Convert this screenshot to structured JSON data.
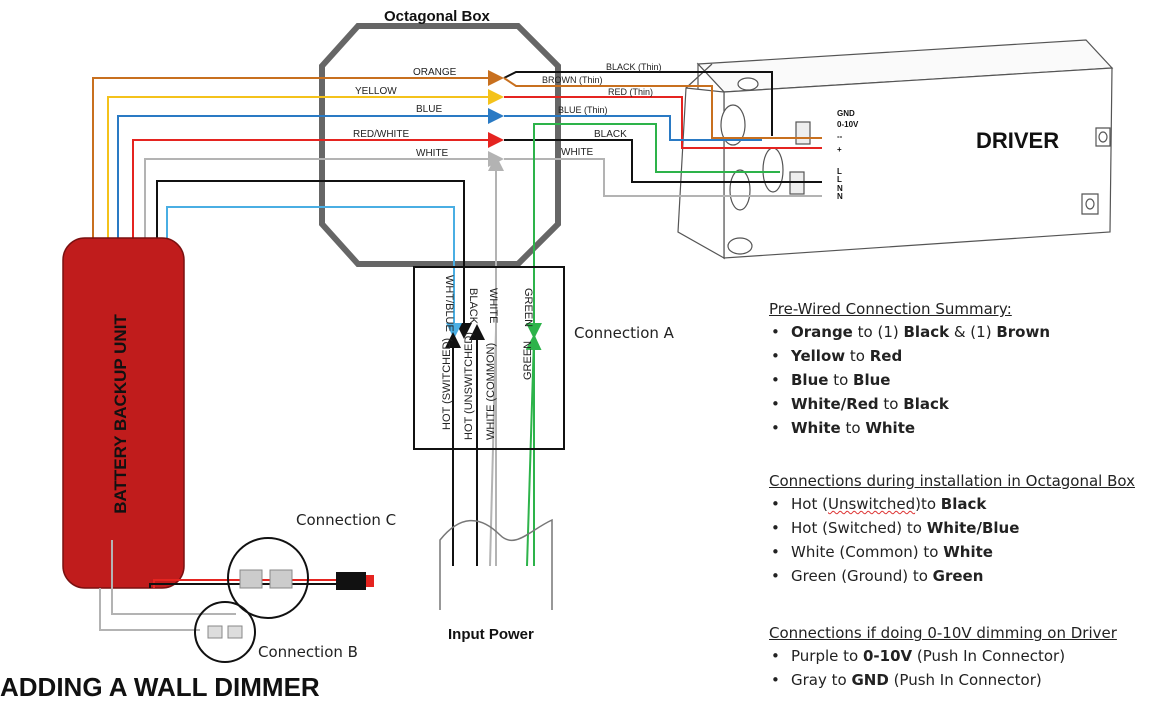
{
  "labels": {
    "octagonal_box": "Octagonal Box",
    "driver": "DRIVER",
    "battery": "BATTERY BACKUP UNIT",
    "connection_a": "Connection A",
    "connection_b": "Connection B",
    "connection_c": "Connection C",
    "input_power": "Input Power",
    "bottom_heading": "ADDING A WALL DIMMER"
  },
  "wire_labels": {
    "orange": "ORANGE",
    "yellow": "YELLOW",
    "blue": "BLUE",
    "red_white": "RED/WHITE",
    "white": "WHITE",
    "black_thin": "BLACK (Thin)",
    "brown_thin": "BROWN (Thin)",
    "red_thin": "RED (Thin)",
    "blue_thin": "BLUE (Thin)",
    "black": "BLACK",
    "white_right": "WHITE"
  },
  "terminal_labels": {
    "gnd": "GND",
    "v010": "0-10V",
    "minus": "--",
    "plus": "+",
    "l1": "L",
    "l2": "L",
    "n1": "N",
    "n2": "N"
  },
  "connection_a_labels": {
    "top": [
      "WHT/BLUE",
      "BLACK",
      "WHITE",
      "GREEN"
    ],
    "bottom": [
      "HOT (SWITCHED)",
      "HOT (UNSWITCHED)",
      "WHITE (COMMON)",
      "GREEN"
    ]
  },
  "prewired": {
    "heading": "Pre-Wired Connection Summary:",
    "items": [
      [
        {
          "t": "Orange",
          "b": true
        },
        {
          "t": " to (1) ",
          "b": false
        },
        {
          "t": "Black",
          "b": true
        },
        {
          "t": " & (1) ",
          "b": false
        },
        {
          "t": "Brown",
          "b": true
        }
      ],
      [
        {
          "t": "Yellow",
          "b": true
        },
        {
          "t": " to ",
          "b": false
        },
        {
          "t": "Red",
          "b": true
        }
      ],
      [
        {
          "t": "Blue",
          "b": true
        },
        {
          "t": " to ",
          "b": false
        },
        {
          "t": "Blue",
          "b": true
        }
      ],
      [
        {
          "t": "White/Red",
          "b": true
        },
        {
          "t": " to ",
          "b": false
        },
        {
          "t": "Black",
          "b": true
        }
      ],
      [
        {
          "t": "White",
          "b": true
        },
        {
          "t": " to ",
          "b": false
        },
        {
          "t": "White",
          "b": true
        }
      ]
    ]
  },
  "installation": {
    "heading": "Connections during installation in Octagonal Box",
    "items": [
      [
        {
          "t": "Hot (",
          "b": false
        },
        {
          "t": "Unswitched",
          "b": false,
          "s": true
        },
        {
          "t": ")to ",
          "b": false
        },
        {
          "t": "Black",
          "b": true
        }
      ],
      [
        {
          "t": "Hot (Switched) to ",
          "b": false
        },
        {
          "t": "White/Blue",
          "b": true
        }
      ],
      [
        {
          "t": "White (Common) to ",
          "b": false
        },
        {
          "t": "White",
          "b": true
        }
      ],
      [
        {
          "t": "Green (Ground) to ",
          "b": false
        },
        {
          "t": "Green",
          "b": true
        }
      ]
    ]
  },
  "dimming": {
    "heading": "Connections if doing 0-10V dimming on Driver",
    "items": [
      [
        {
          "t": "Purple to ",
          "b": false
        },
        {
          "t": "0-10V",
          "b": true
        },
        {
          "t": " (Push In Connector)",
          "b": false
        }
      ],
      [
        {
          "t": "Gray to ",
          "b": false
        },
        {
          "t": "GND",
          "b": true
        },
        {
          "t": " (Push In Connector)",
          "b": false
        }
      ]
    ]
  },
  "colors": {
    "orange": "#c8701f",
    "yellow": "#f4c21b",
    "blue": "#2a7ac4",
    "red": "#e52420",
    "white_wire": "#b3b3b3",
    "black": "#111111",
    "green": "#2db34a",
    "light_blue": "#4aaee3",
    "battery_fill": "#c01c1c",
    "box_stroke": "#666666"
  }
}
